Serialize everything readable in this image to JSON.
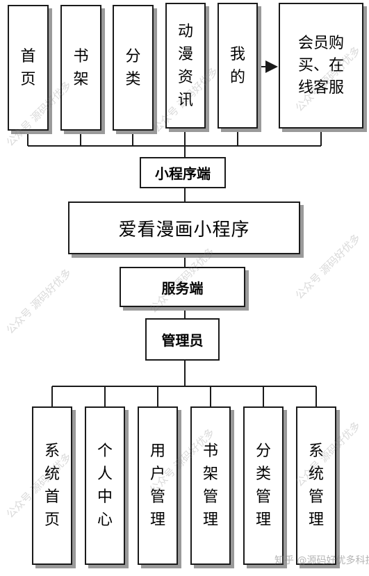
{
  "top_modules": [
    {
      "label": "首\n页"
    },
    {
      "label": "书\n架"
    },
    {
      "label": "分\n类"
    },
    {
      "label": "动\n漫\n资\n讯"
    },
    {
      "label": "我\n的"
    },
    {
      "label": "会员购\n买、在\n线客服"
    }
  ],
  "mini_program_end": "小程序端",
  "app_title": "爱看漫画小程序",
  "server_end": "服务端",
  "admin": "管理员",
  "admin_modules": [
    {
      "label": "系\n统\n首\n页"
    },
    {
      "label": "个\n人\n中\n心"
    },
    {
      "label": "用\n户\n管\n理"
    },
    {
      "label": "书\n架\n管\n理"
    },
    {
      "label": "分\n类\n管\n理"
    },
    {
      "label": "系\n统\n管\n理"
    }
  ],
  "watermark_footer": "知乎 @源码好优多科技",
  "watermark_text": "公众号 源码好优多"
}
